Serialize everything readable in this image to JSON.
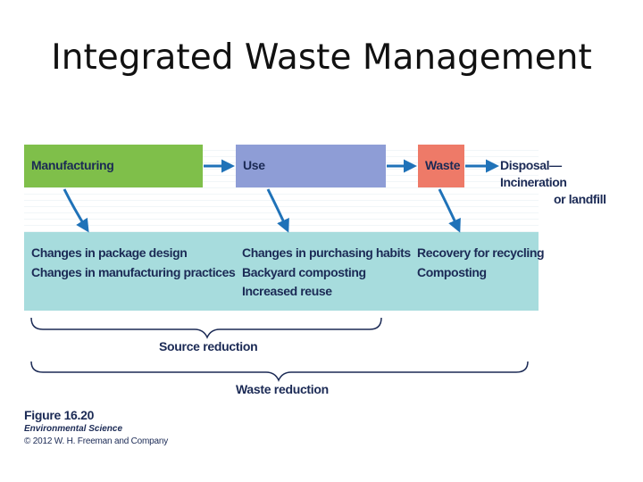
{
  "slide": {
    "title": "Integrated Waste Management"
  },
  "flow": {
    "manufacturing": "Manufacturing",
    "use": "Use",
    "waste": "Waste",
    "disposal_line1": "Disposal—Incineration",
    "disposal_line2": "or landfill"
  },
  "strategies": {
    "manufacturing": [
      "Changes in package design",
      "Changes in manufacturing practices"
    ],
    "use": [
      "Changes in purchasing habits",
      "Backyard composting",
      "Increased reuse"
    ],
    "waste": [
      "Recovery for recycling",
      "Composting"
    ]
  },
  "braces": {
    "source_reduction": "Source reduction",
    "waste_reduction": "Waste reduction"
  },
  "caption": {
    "figure": "Figure 16.20",
    "book": "Environmental Science",
    "copyright": "© 2012 W. H. Freeman and Company"
  },
  "colors": {
    "manufacturing": "#7fbf4a",
    "use": "#8e9dd6",
    "waste": "#ee7a68",
    "band": "#a7dcdd",
    "arrow": "#1f72b8",
    "text": "#1b2a55"
  }
}
